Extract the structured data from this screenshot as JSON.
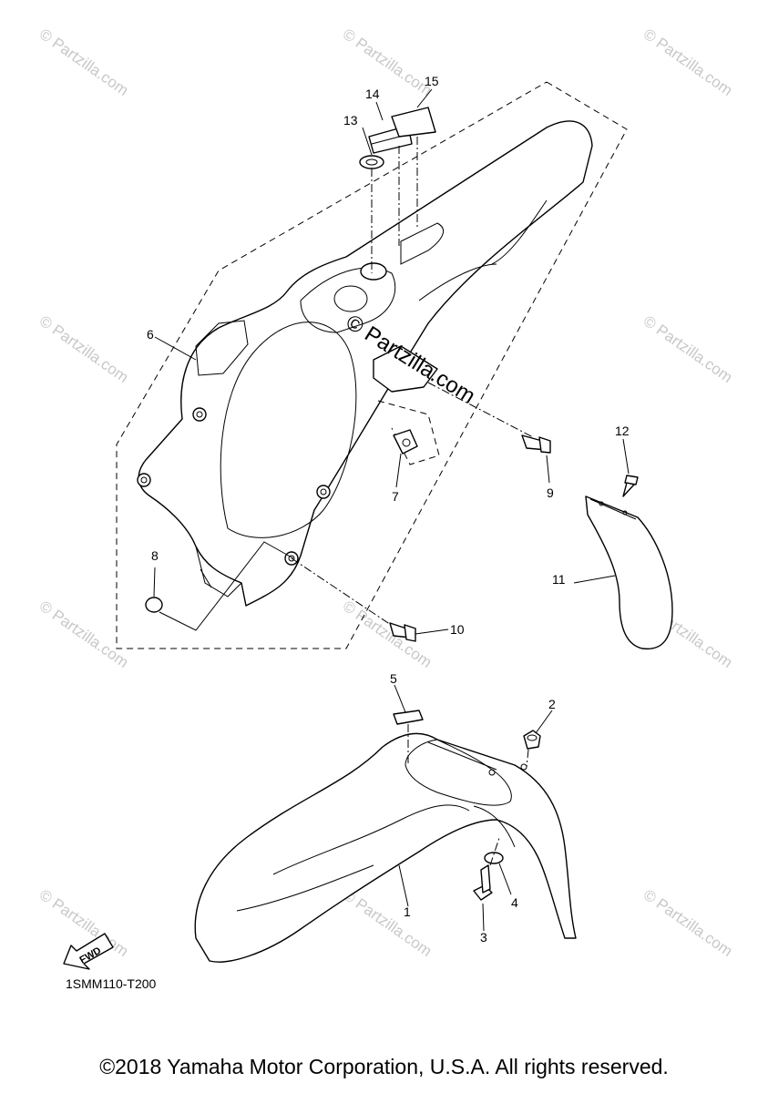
{
  "diagram": {
    "callouts": [
      "1",
      "2",
      "3",
      "4",
      "5",
      "6",
      "7",
      "8",
      "9",
      "10",
      "11",
      "12",
      "13",
      "14",
      "15"
    ],
    "watermark_text": "© Partzilla.com",
    "fwd_label": "FWD",
    "diagram_code": "1SMM110-T200",
    "copyright": "©2018 Yamaha Motor Corporation, U.S.A. All rights reserved."
  }
}
